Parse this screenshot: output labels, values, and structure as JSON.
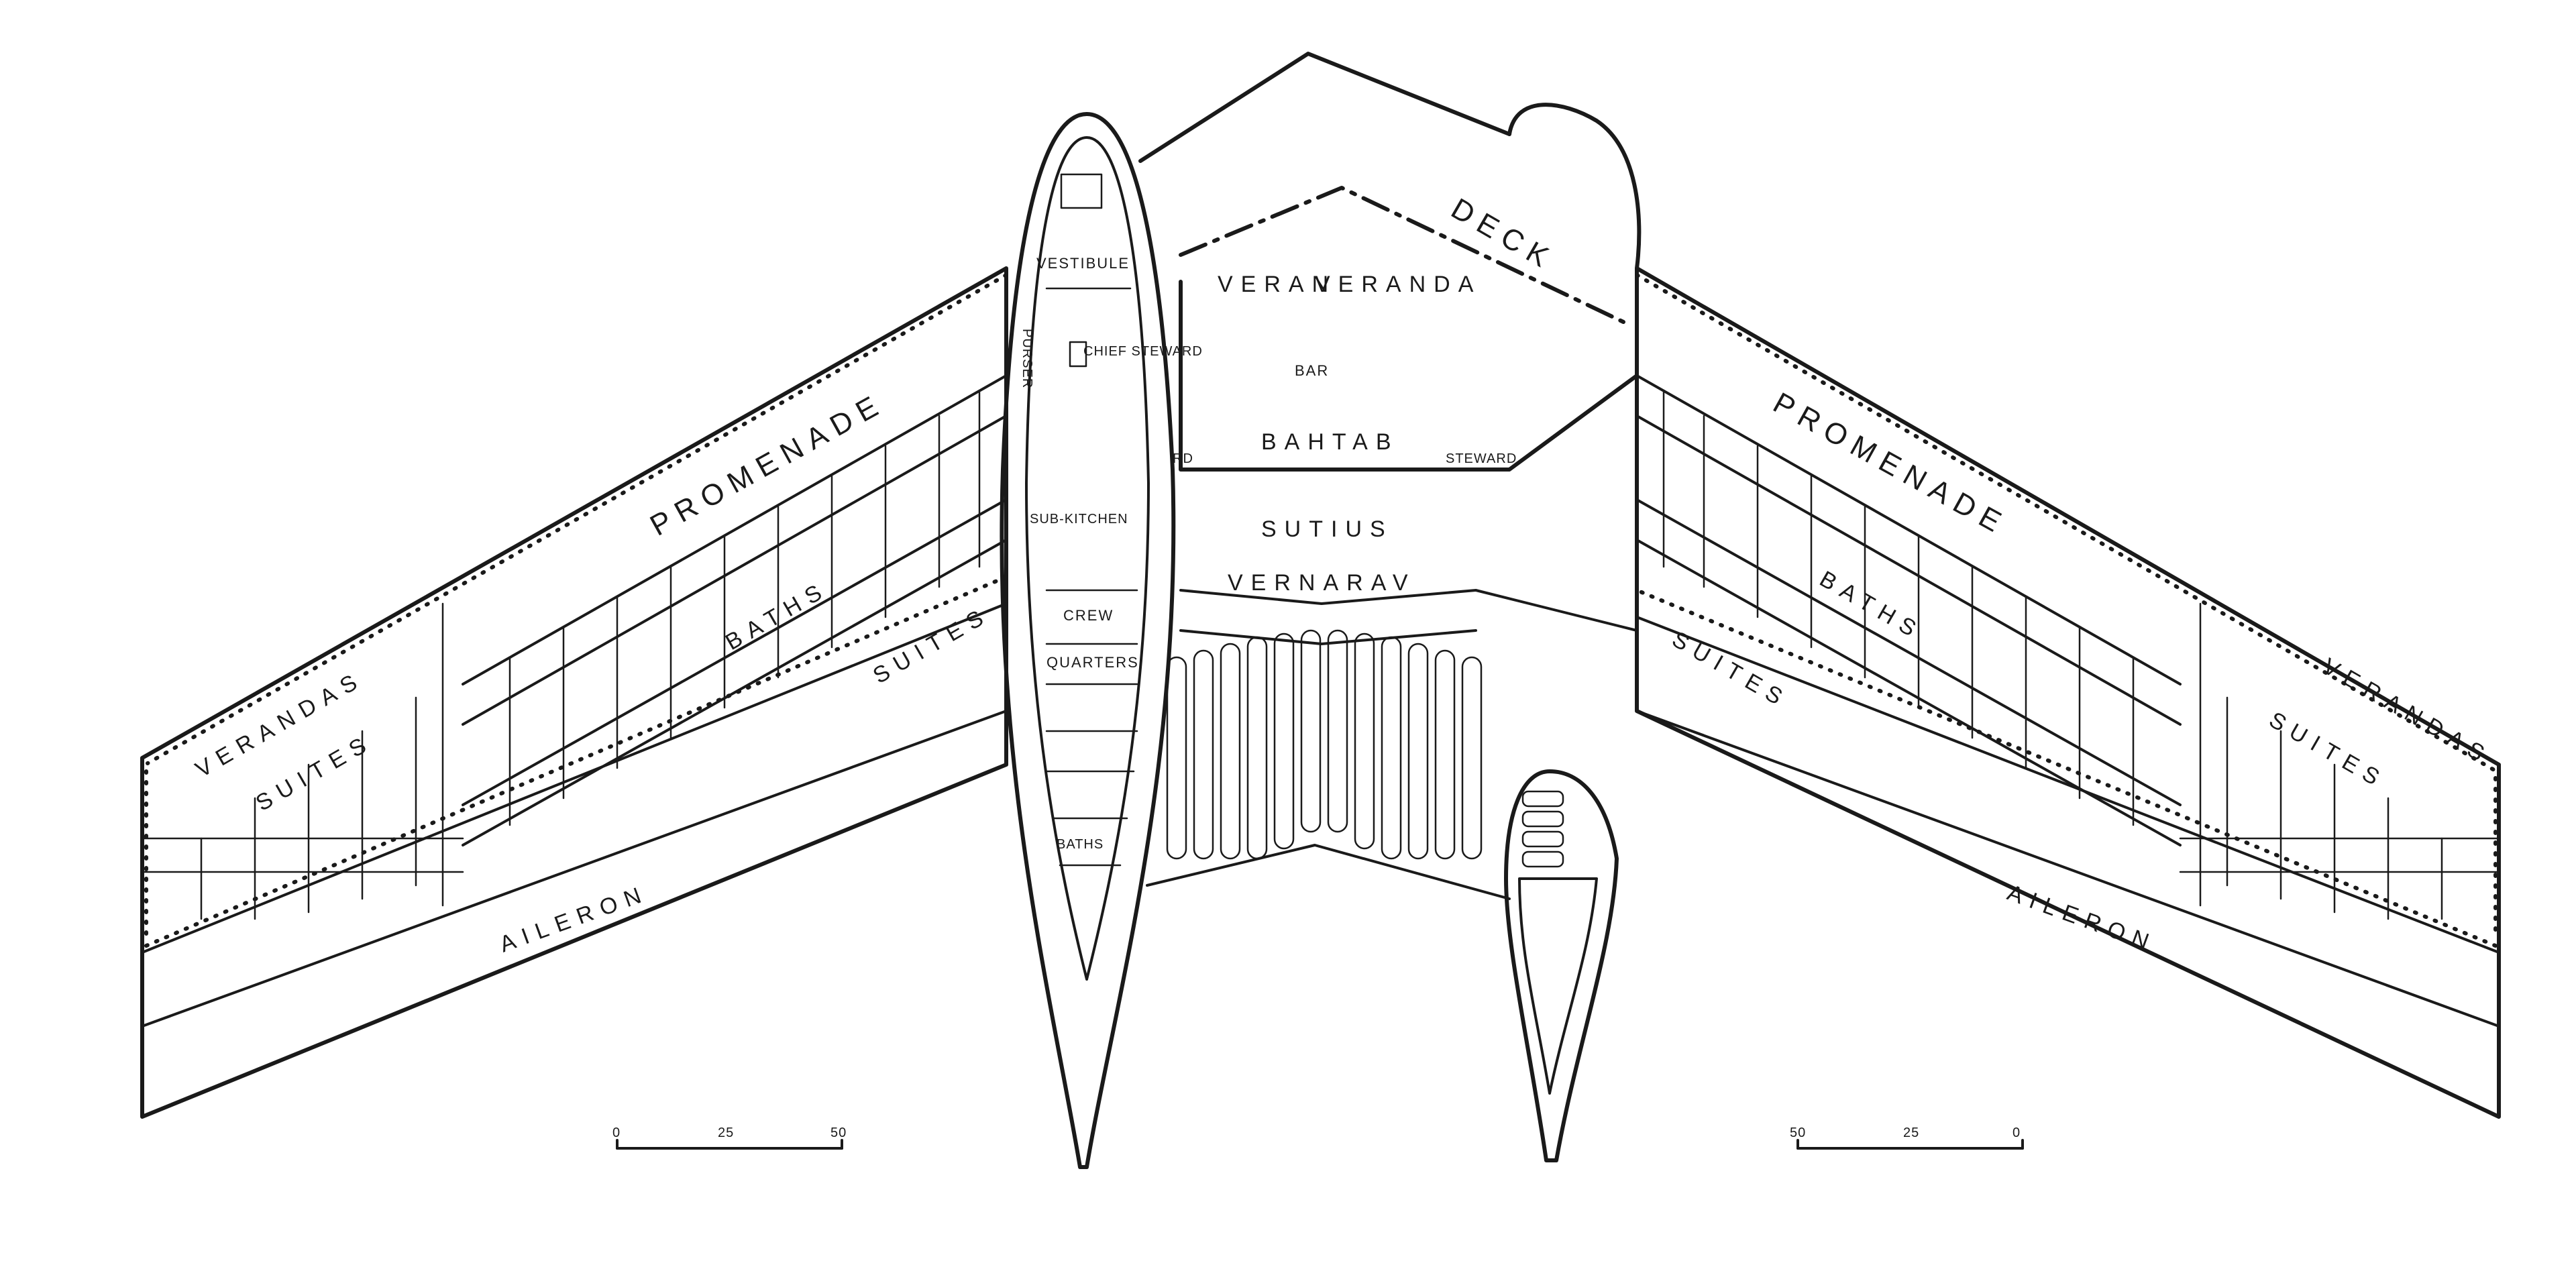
{
  "labels": {
    "promenade_left": "PROMENADE",
    "promenade_right": "PROMENADE",
    "verandas_left": "VERANDAS",
    "verandas_right": "VERANDAS",
    "suites_left_outer": "SUITES",
    "suites_right_outer": "SUITES",
    "baths_left": "BATHS",
    "baths_right": "BATHS",
    "suites_left_inner": "SUITES",
    "suites_right_inner": "SUITES",
    "aileron_left": "AILERON",
    "aileron_right": "AILERON",
    "vestibule": "VESTIBULE",
    "chief_steward": "CHIEF STEWARD",
    "sub_kitchen": "SUB-KITCHEN",
    "crew": "CREW",
    "quarters": "QUARTERS",
    "baths_fuselage": "BATHS",
    "purser": "PURSER",
    "veranda_top_left": "VERAN",
    "veranda_top_right": "VERANDA",
    "deck": "DECK",
    "bar": "BAR",
    "baths_center": "BAHTAB",
    "suites_center": "SUTIUS",
    "veranda_center": "VERNARAV",
    "steward_center": "STEWARD",
    "card": "RD"
  },
  "scale_left": {
    "ticks": [
      "0",
      "25",
      "50"
    ]
  },
  "scale_right": {
    "ticks": [
      "50",
      "25",
      "0"
    ]
  }
}
